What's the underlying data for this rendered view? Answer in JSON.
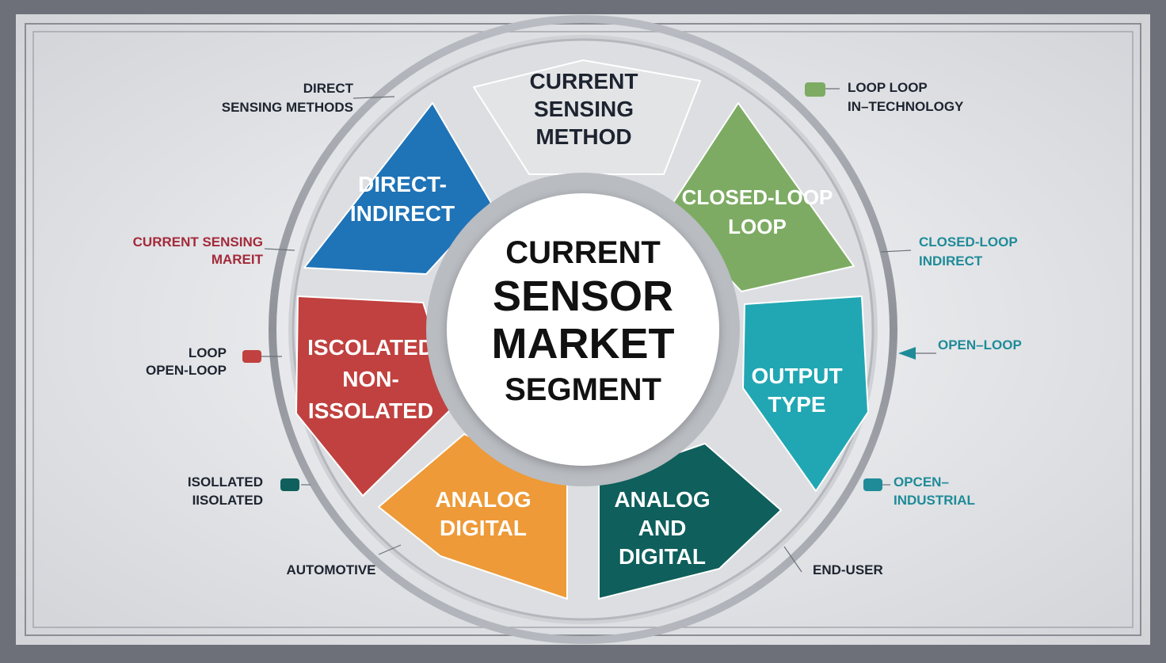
{
  "colors": {
    "frame": "#6e7079",
    "background": "#e6e7ea",
    "blue": "#1f73b7",
    "gray_segment": "#e3e4e6",
    "green": "#7dab63",
    "red": "#c0413f",
    "teal": "#21a7b3",
    "orange": "#ee9a38",
    "dark_teal": "#0f5f5c",
    "center": "#ffffff",
    "label_dark": "#1d2430",
    "label_red": "#a32a3a",
    "label_teal": "#1f8b98"
  },
  "center": {
    "lines": [
      "CURRENT",
      "SENSOR",
      "MARKET",
      "SEGMENT"
    ]
  },
  "segments": [
    {
      "id": "current-sensing-method",
      "lines": [
        "CURRENT",
        "SENSING",
        "METHOD"
      ],
      "color": "#e3e4e6",
      "text_color": "#1d2430"
    },
    {
      "id": "closed-loop",
      "lines": [
        "CLOSED-LOOP",
        "LOOP"
      ],
      "color": "#7dab63",
      "text_color": "#ffffff"
    },
    {
      "id": "output-type",
      "lines": [
        "OUTPUT",
        "TYPE"
      ],
      "color": "#21a7b3",
      "text_color": "#ffffff"
    },
    {
      "id": "analog-and-digital",
      "lines": [
        "ANALOG",
        "AND",
        "DIGITAL"
      ],
      "color": "#0f5f5c",
      "text_color": "#ffffff"
    },
    {
      "id": "analog-digital",
      "lines": [
        "ANALOG",
        "DIGITAL"
      ],
      "color": "#ee9a38",
      "text_color": "#ffffff"
    },
    {
      "id": "isolated",
      "lines": [
        "ISCOLATED",
        "NON-",
        "ISSOLATED"
      ],
      "color": "#c0413f",
      "text_color": "#ffffff"
    },
    {
      "id": "direct-indirect",
      "lines": [
        "DIRECT-",
        "INDIRECT"
      ],
      "color": "#1f73b7",
      "text_color": "#ffffff"
    }
  ],
  "callouts": [
    {
      "id": "direct-sensing-methods",
      "lines": [
        "DIRECT",
        "SENSING METHODS"
      ],
      "color": "#1d2430",
      "marker_color": ""
    },
    {
      "id": "current-sensing-market",
      "lines": [
        "CURRENT SENSING",
        "MAREIT"
      ],
      "color": "#a32a3a",
      "marker_color": ""
    },
    {
      "id": "loop-open-loop",
      "lines": [
        "LOOP",
        "OPEN-LOOP"
      ],
      "color": "#1d2430",
      "marker_color": "#c0413f"
    },
    {
      "id": "isolated-isolated",
      "lines": [
        "ISOLLATED",
        "IISOLATED"
      ],
      "color": "#1d2430",
      "marker_color": "#0f5f5c"
    },
    {
      "id": "automotive",
      "lines": [
        "AUTOMOTIVE"
      ],
      "color": "#1d2430",
      "marker_color": ""
    },
    {
      "id": "loop-loop-technology",
      "lines": [
        "LOOP LOOP",
        "IN–TECHNOLOGY"
      ],
      "color": "#1d2430",
      "marker_color": "#7dab63"
    },
    {
      "id": "closed-loop-indirect",
      "lines": [
        "CLOSED-LOOP",
        "INDIRECT"
      ],
      "color": "#1f8b98",
      "marker_color": ""
    },
    {
      "id": "open-loop",
      "lines": [
        "OPEN–LOOP"
      ],
      "color": "#1f8b98",
      "marker_color": "#1f8b98"
    },
    {
      "id": "open-industrial",
      "lines": [
        "OPCEN–",
        "INDUSTRIAL"
      ],
      "color": "#1f8b98",
      "marker_color": "#1f8b98"
    },
    {
      "id": "end-user",
      "lines": [
        "END-USER"
      ],
      "color": "#1d2430",
      "marker_color": ""
    }
  ]
}
